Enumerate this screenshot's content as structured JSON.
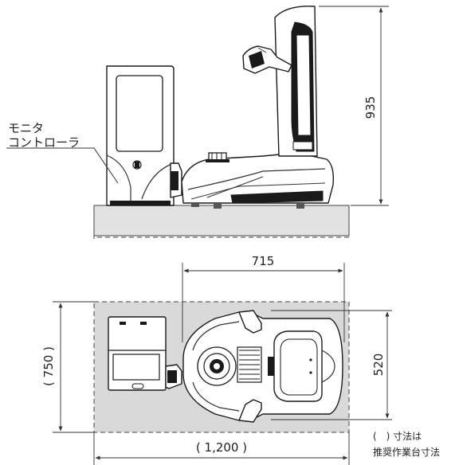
{
  "labels": {
    "monitor_line1": "モニタ",
    "monitor_line2": "コントローラ"
  },
  "dimensions": {
    "height": "935",
    "length": "715",
    "width": "520",
    "area_depth": "( 750 )",
    "area_width": "( 1,200 )"
  },
  "note": {
    "line1": "(　) 寸法は",
    "line2": "推奨作業台寸法"
  },
  "colors": {
    "work_area": "#d9d9d9",
    "line": "#1a1a1a"
  }
}
